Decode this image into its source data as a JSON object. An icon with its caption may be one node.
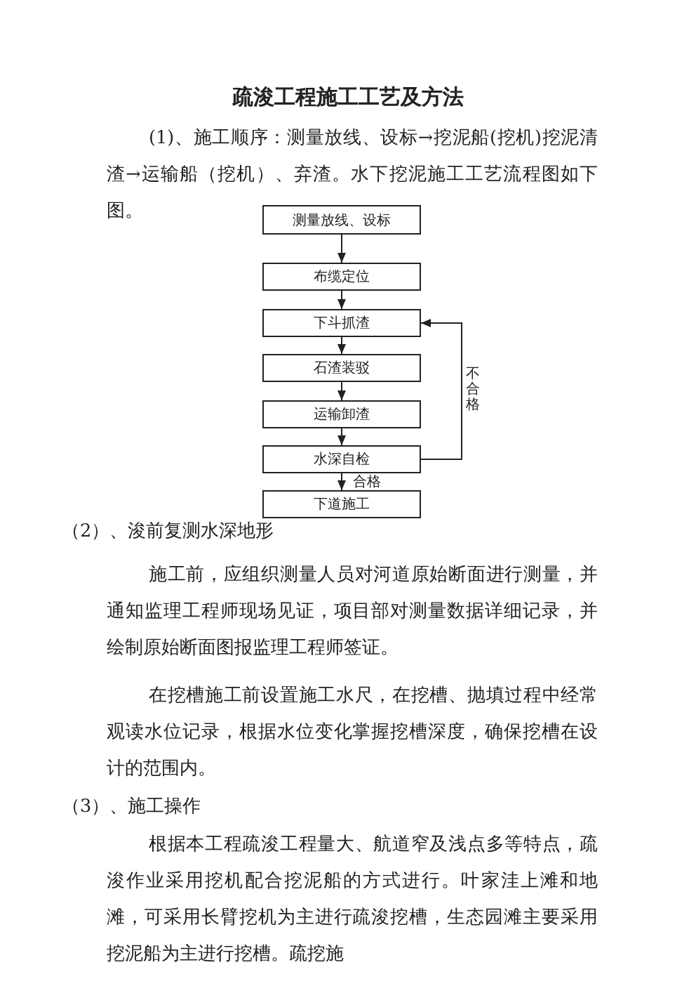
{
  "diagram": {
    "title": "疏浚工程施工工艺及方法",
    "nodes": [
      {
        "text": [
          "测量放线、设标"
        ]
      },
      {
        "text": [
          "布缆定位"
        ]
      },
      {
        "text": [
          "下斗抓渣"
        ]
      },
      {
        "text": [
          "石渣装驳"
        ]
      },
      {
        "text": [
          "运输卸渣"
        ]
      },
      {
        "text": [
          "水深自检"
        ]
      },
      {
        "text": [
          "下道施工"
        ]
      }
    ],
    "edges": [
      {
        "from": 0,
        "to": 1,
        "arrow": "to"
      },
      {
        "from": 1,
        "to": 2,
        "arrow": "to"
      },
      {
        "from": 2,
        "to": 3,
        "arrow": "to"
      },
      {
        "from": 3,
        "to": 4,
        "arrow": "to"
      },
      {
        "from": 4,
        "to": 5,
        "arrow": "to"
      },
      {
        "from": 5,
        "to": 6,
        "arrow": "to",
        "label": "合格"
      },
      {
        "from": 5,
        "to": 2,
        "arrow": "to",
        "label": "不合格"
      }
    ],
    "labels": [
      "(1)、施工顺序：测量放线、设标→挖泥船(挖机)挖泥清渣→运输船（挖机）、弃渣。水下挖泥施工工艺流程图如下图。",
      "（2）、浚前复测水深地形",
      "施工前，应组织测量人员对河道原始断面进行测量，并通知监理工程师现场见证，项目部对测量数据详细记录，并绘制原始断面图报监理工程师签证。",
      "在挖槽施工前设置施工水尺，在挖槽、抛填过程中经常观读水位记录，根据水位变化掌握挖槽深度，确保挖槽在设计的范围内。",
      "（3）、施工操作",
      "根据本工程疏浚工程量大、航道窄及浅点多等特点，疏浚作业采用挖机配合挖泥船的方式进行。叶家洼上滩和地滩，可采用长臂挖机为主进行疏浚挖槽，生态园滩主要采用挖泥船为主进行挖槽。疏挖施"
    ]
  }
}
